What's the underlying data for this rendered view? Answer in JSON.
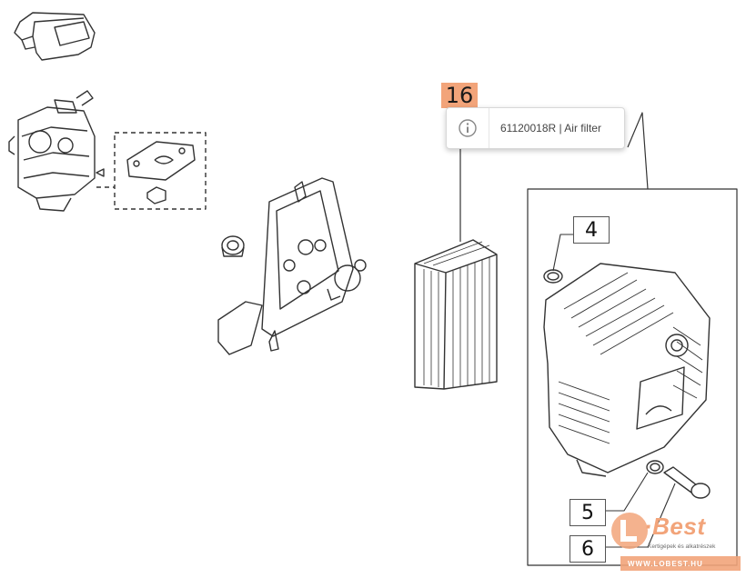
{
  "hotspot": {
    "label": "16",
    "tooltip_text": "61120018R | Air filter",
    "tooltip_icon": "info-icon"
  },
  "callouts": [
    "4",
    "5",
    "6"
  ],
  "logo": {
    "name": "·Best",
    "tagline": "Kertigépek és alkatrészek",
    "url": "WWW.LOBEST.HU"
  },
  "colors": {
    "accent": "#f2a47a",
    "line": "#333333"
  }
}
